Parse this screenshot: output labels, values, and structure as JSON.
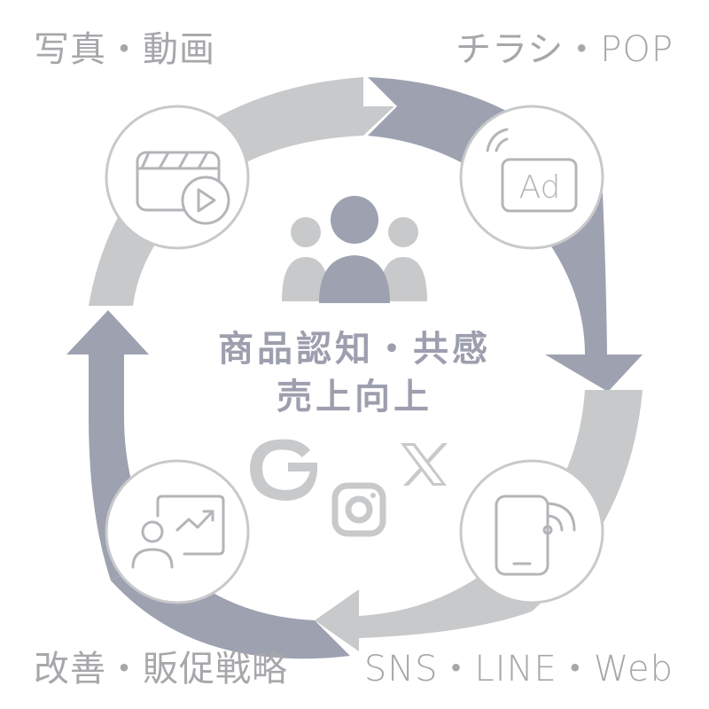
{
  "labels": {
    "top_left": "写真・動画",
    "top_right": "チラシ・POP",
    "bottom_left": "改善・販促戦略",
    "bottom_right": "SNS・LINE・Web"
  },
  "center": {
    "line1": "商品認知・共感",
    "line2": "売上向上"
  },
  "icons": {
    "video": "video-clapper-icon",
    "ad": "ad-broadcast-icon",
    "phone": "smartphone-signal-icon",
    "analytics": "person-chart-icon",
    "group": "people-group-icon",
    "google": "google-icon",
    "instagram": "instagram-icon",
    "x": "x-logo-icon"
  },
  "ad_badge": "Ad",
  "colors": {
    "arrow_dark": "#9ea1b0",
    "arrow_light": "#c8c9cb",
    "icon_stroke": "#b4b5b9",
    "text_gray": "#a7a7ab"
  }
}
